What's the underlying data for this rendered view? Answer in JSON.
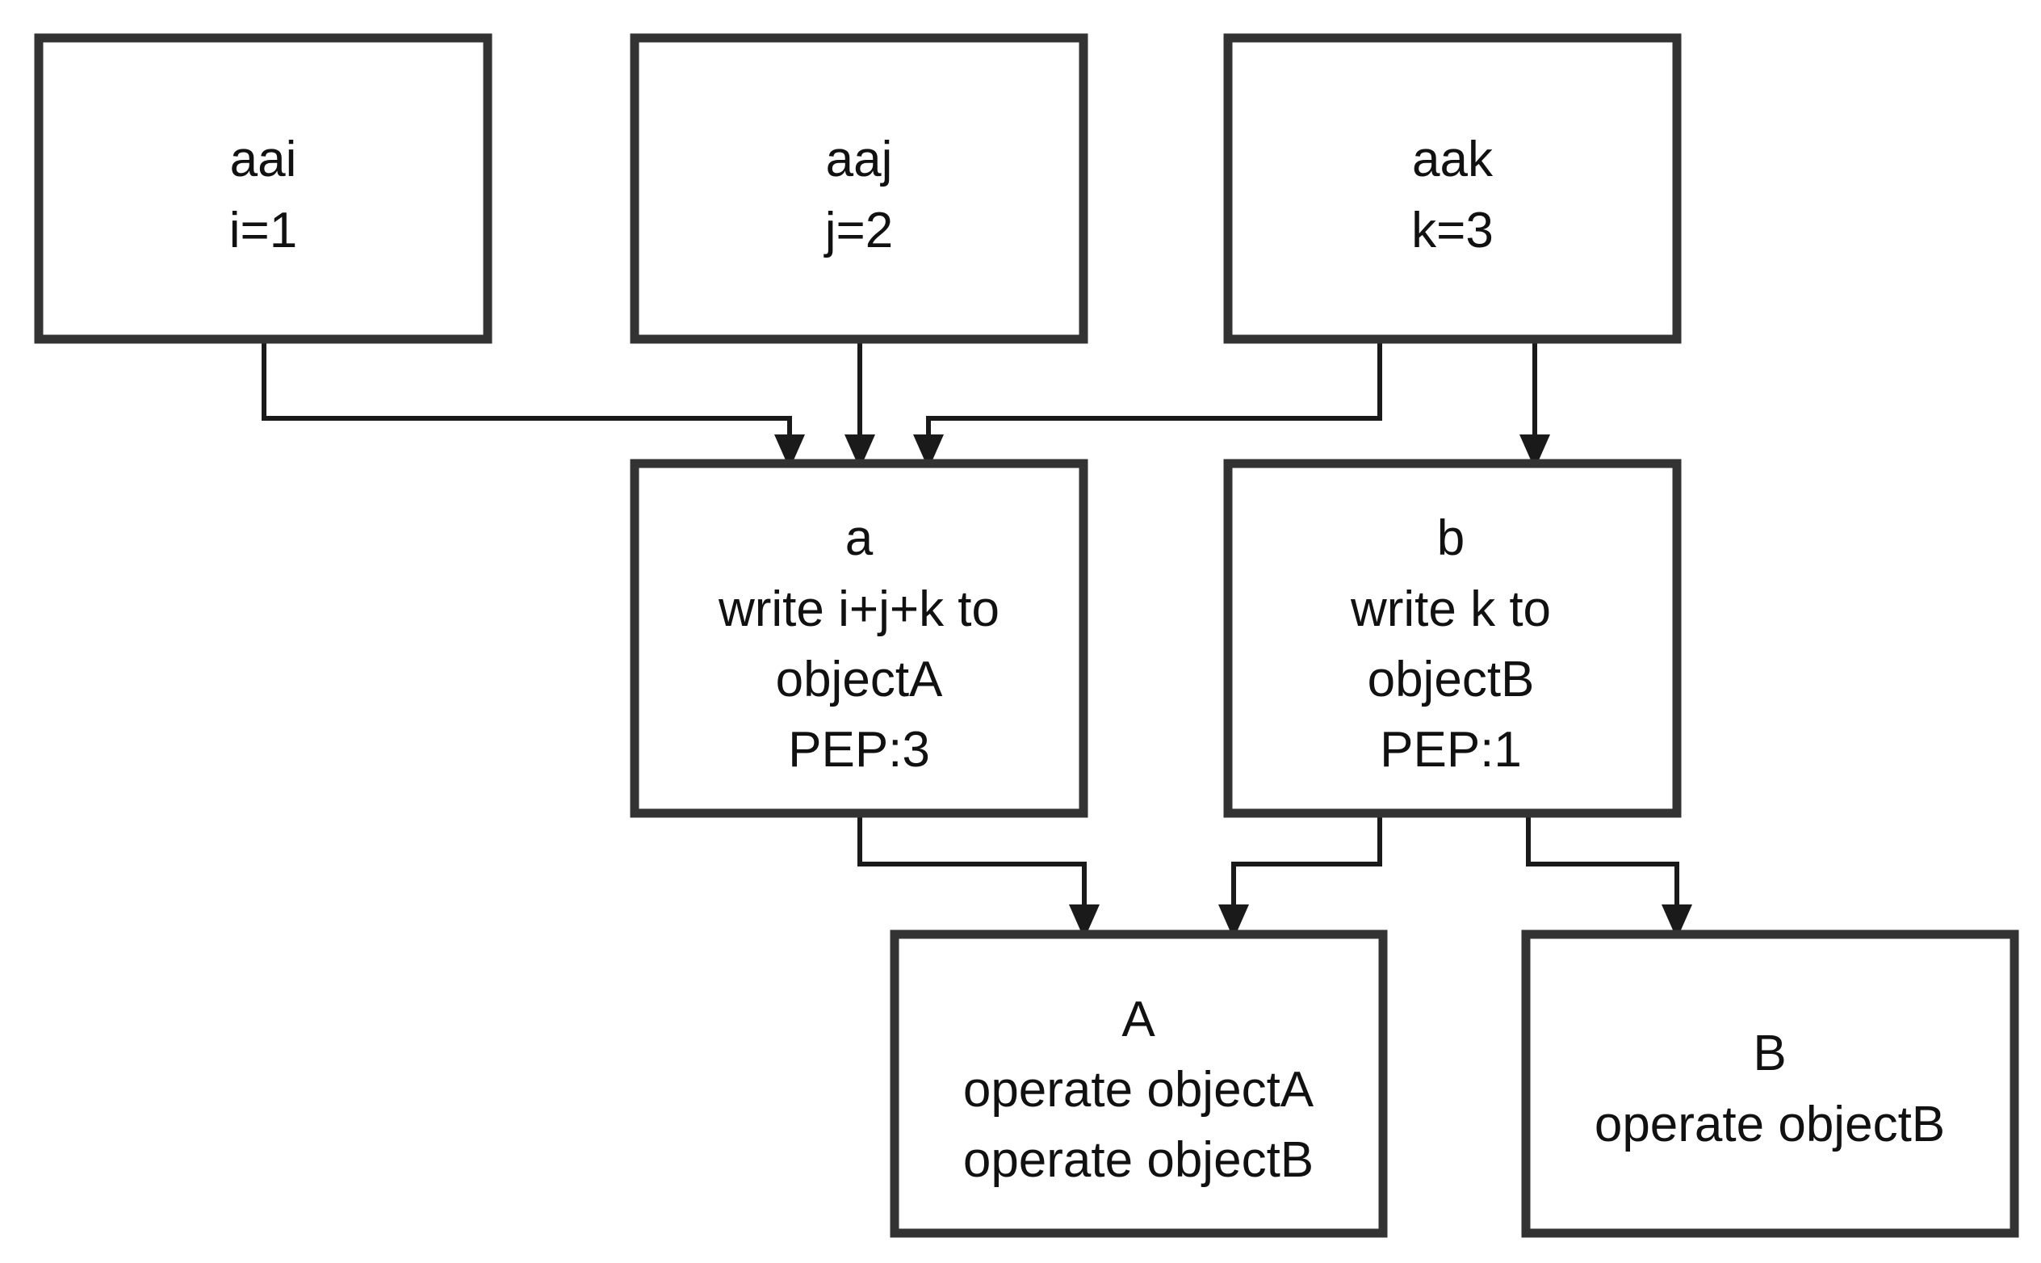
{
  "colors": {
    "box_border": "#333333",
    "connector": "#1a1a1a",
    "text": "#111111",
    "background": "#ffffff"
  },
  "nodes": {
    "aai": {
      "lines": [
        "aai",
        "i=1"
      ]
    },
    "aaj": {
      "lines": [
        "aaj",
        "j=2"
      ]
    },
    "aak": {
      "lines": [
        "aak",
        "k=3"
      ]
    },
    "a": {
      "lines": [
        "a",
        "write i+j+k to",
        "objectA",
        "PEP:3"
      ]
    },
    "b": {
      "lines": [
        "b",
        "write k to",
        "objectB",
        "PEP:1"
      ]
    },
    "A": {
      "lines": [
        "A",
        "operate objectA",
        "operate objectB"
      ]
    },
    "B": {
      "lines": [
        "B",
        "operate objectB"
      ]
    }
  },
  "edges": [
    {
      "from": "aai",
      "to": "a"
    },
    {
      "from": "aaj",
      "to": "a"
    },
    {
      "from": "aak",
      "to": "a"
    },
    {
      "from": "aak",
      "to": "b"
    },
    {
      "from": "a",
      "to": "A"
    },
    {
      "from": "b",
      "to": "A"
    },
    {
      "from": "b",
      "to": "B"
    }
  ]
}
